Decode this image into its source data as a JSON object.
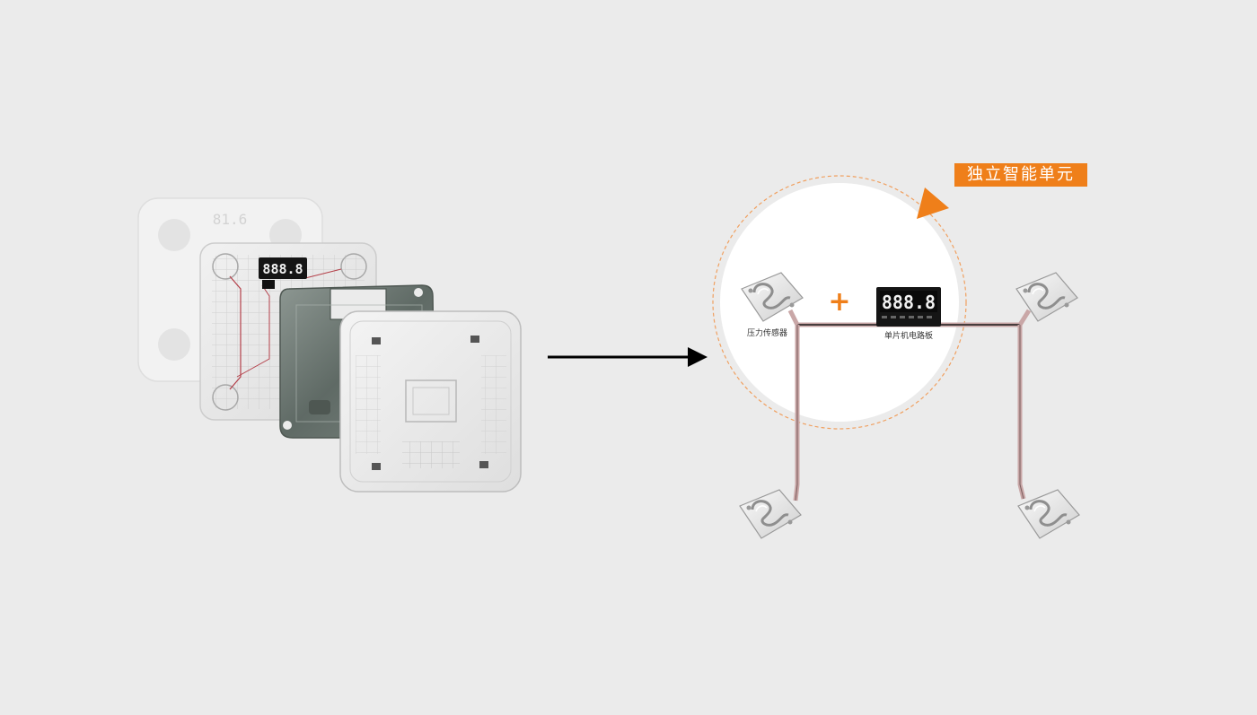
{
  "labels": {
    "unit_tag": "独立智能单元",
    "sensor": "压力传感器",
    "board": "单片机电路板",
    "plus": "+",
    "scale_reading": "81.6",
    "board_display": "888.8"
  },
  "colors": {
    "background": "#ebebeb",
    "accent": "#ef7f1a",
    "arrow": "#000000",
    "circle_fill": "#ffffff",
    "dashed_circle": "#f0a060",
    "wire": "#c9a7a7",
    "wire_dark": "#1a1a1a",
    "pcb_panel": "#e4e4e4",
    "metal_plate": "#6b7570",
    "board_black": "#151515",
    "segment_on": "#f2f2f2"
  },
  "icons": {
    "flow_arrow": "arrow-right-icon",
    "tag_pointer": "triangle-pointer-icon"
  }
}
